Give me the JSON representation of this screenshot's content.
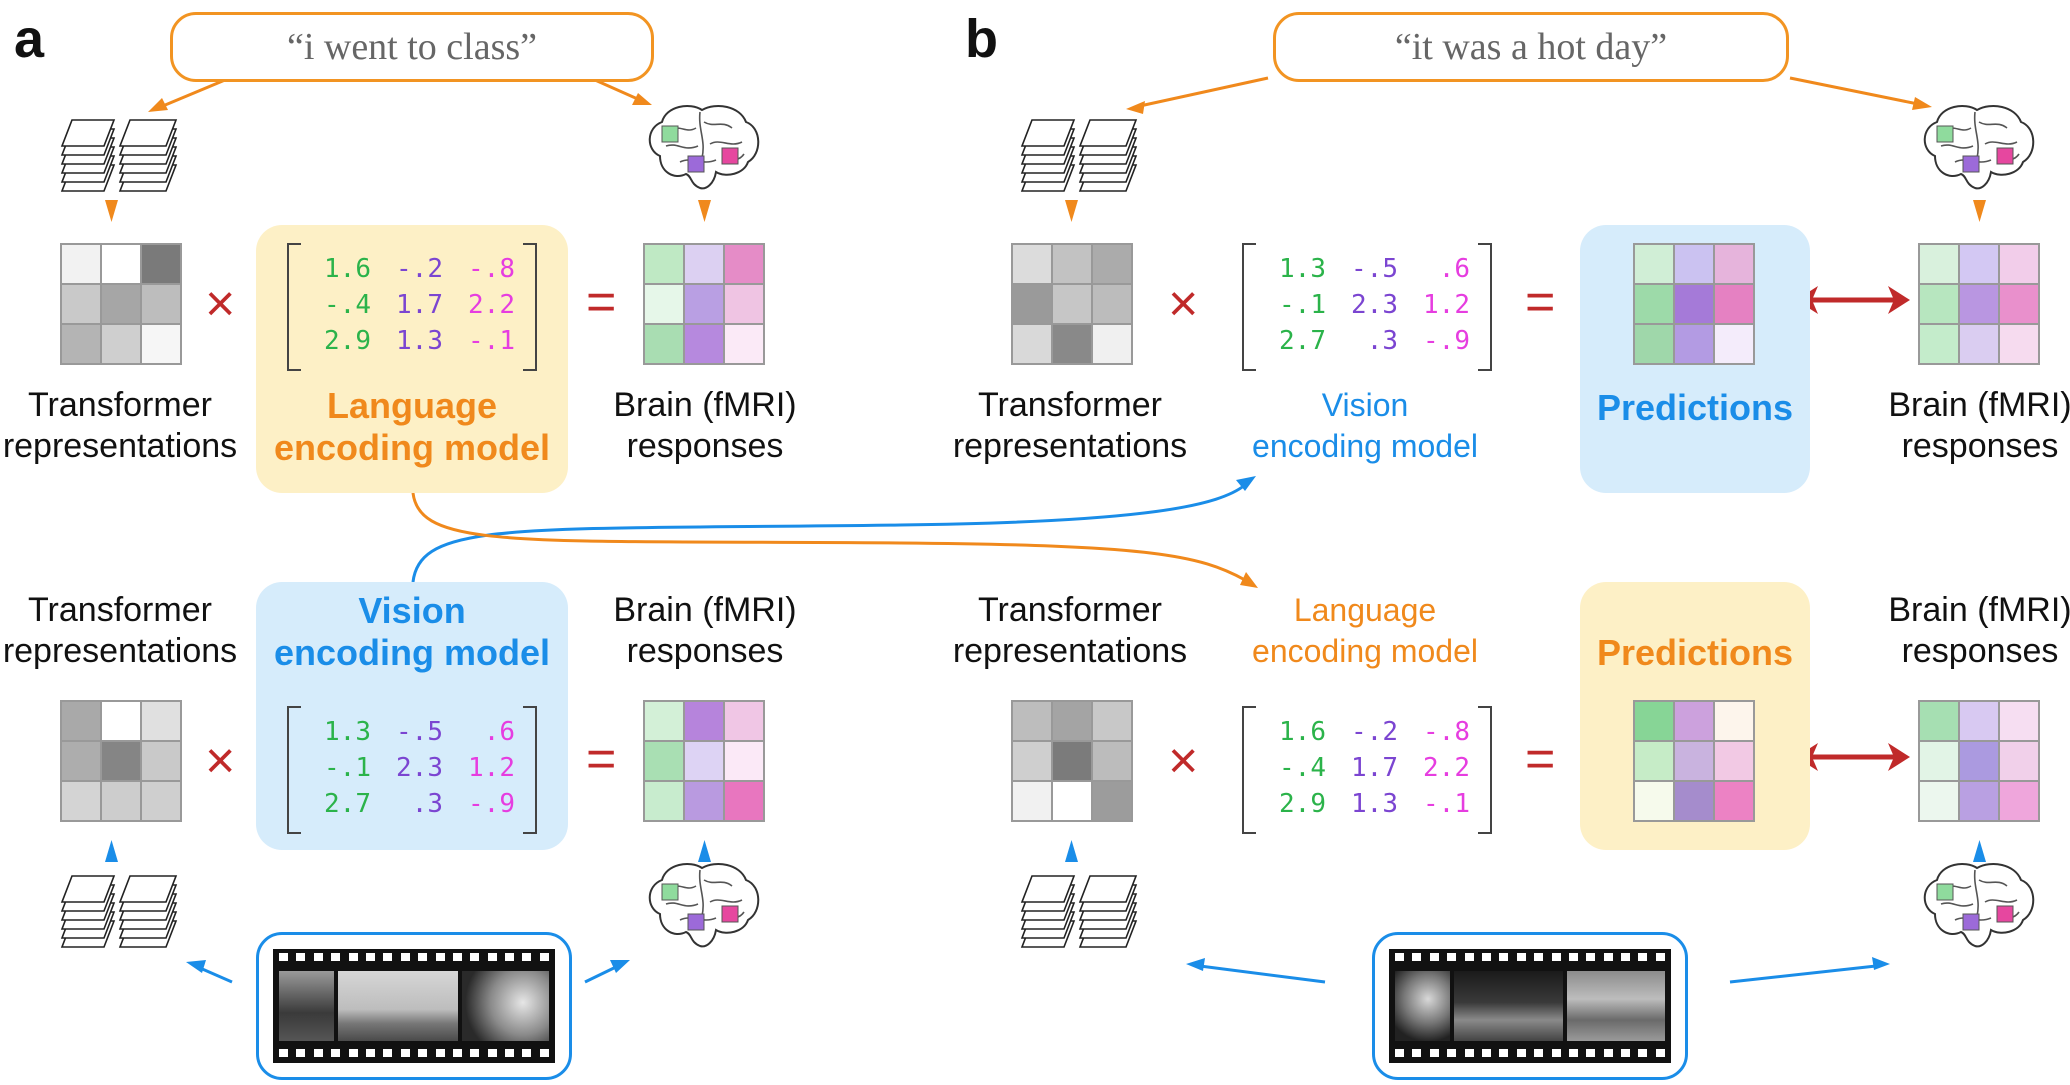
{
  "panels": {
    "a": {
      "letter": "a",
      "sentence": "“i went to class”",
      "top": {
        "left_label": [
          "Transformer",
          "representations"
        ],
        "model_title": [
          "Language",
          "encoding model"
        ],
        "right_label": [
          "Brain (fMRI)",
          "responses"
        ],
        "times": "×",
        "equals": "=",
        "features": [
          "#f2f2f2",
          "#ffffff",
          "#7a7a7a",
          "#c9c9c9",
          "#a6a6a6",
          "#bdbdbd",
          "#b4b4b4",
          "#cfcfcf",
          "#f6f6f6"
        ],
        "brain": [
          "#bfe9c4",
          "#dcd0f2",
          "#e58cc7",
          "#e6f7e9",
          "#b99fe3",
          "#efc4e3",
          "#a9ddb2",
          "#b689de",
          "#fbeaf7"
        ],
        "weights": [
          [
            "1.6",
            "-.2",
            "-.8"
          ],
          [
            "-.4",
            "1.7",
            "2.2"
          ],
          [
            "2.9",
            "1.3",
            "-.1"
          ]
        ]
      },
      "bottom": {
        "left_label": [
          "Transformer",
          "representations"
        ],
        "model_title": [
          "Vision",
          "encoding model"
        ],
        "right_label": [
          "Brain (fMRI)",
          "responses"
        ],
        "times": "×",
        "equals": "=",
        "features": [
          "#a9a9a9",
          "#ffffff",
          "#e0e0e0",
          "#adadad",
          "#858585",
          "#c9c9c9",
          "#d4d4d4",
          "#cdcdcd",
          "#cfcfcf"
        ],
        "brain": [
          "#d3f0d7",
          "#b684dc",
          "#f0c6e5",
          "#a9dfb3",
          "#ddd3f4",
          "#fbe9f7",
          "#c8ecce",
          "#b99ae0",
          "#e876bf"
        ],
        "weights": [
          [
            "1.3",
            "-.5",
            ".6"
          ],
          [
            "-.1",
            "2.3",
            "1.2"
          ],
          [
            "2.7",
            ".3",
            "-.9"
          ]
        ]
      }
    },
    "b": {
      "letter": "b",
      "sentence": "“it was a hot day”",
      "top": {
        "left_label": [
          "Transformer",
          "representations"
        ],
        "model_label": [
          "Vision",
          "encoding model"
        ],
        "predictions": "Predictions",
        "right_label": [
          "Brain (fMRI)",
          "responses"
        ],
        "times": "×",
        "equals": "=",
        "features": [
          "#dcdcdc",
          "#c2c2c2",
          "#ababab",
          "#9a9a9a",
          "#c6c6c6",
          "#bcbcbc",
          "#d9d9d9",
          "#898989",
          "#f0f0f0"
        ],
        "predicted": [
          "#d0eed6",
          "#cbc2f1",
          "#e6b4dc",
          "#9ddaa9",
          "#a57ad8",
          "#e581c2",
          "#9fd7aa",
          "#b39be3",
          "#f4ecfb"
        ],
        "brain": [
          "#d9f1dd",
          "#d3c8f3",
          "#f2cdea",
          "#b7e6bf",
          "#b996e1",
          "#e990cc",
          "#c4eccb",
          "#dacdf1",
          "#f6dbef"
        ],
        "weights": [
          [
            "1.3",
            "-.5",
            ".6"
          ],
          [
            "-.1",
            "2.3",
            "1.2"
          ],
          [
            "2.7",
            ".3",
            "-.9"
          ]
        ]
      },
      "bottom": {
        "left_label": [
          "Transformer",
          "representations"
        ],
        "model_label": [
          "Language",
          "encoding model"
        ],
        "predictions": "Predictions",
        "right_label": [
          "Brain (fMRI)",
          "responses"
        ],
        "times": "×",
        "equals": "=",
        "features": [
          "#bdbdbd",
          "#a4a4a4",
          "#c8c8c8",
          "#cfcfcf",
          "#7b7b7b",
          "#bcbcbc",
          "#f1f1f1",
          "#ffffff",
          "#9c9c9c"
        ],
        "predicted": [
          "#87d596",
          "#cca1dd",
          "#fdf5ec",
          "#c6ecc7",
          "#c9b3df",
          "#f2c9e4",
          "#f6faec",
          "#a58ccc",
          "#ec82c4"
        ],
        "brain": [
          "#a6dfb2",
          "#d8c9f2",
          "#f6def2",
          "#e2f4e6",
          "#ab9ae0",
          "#f1d0ea",
          "#ecf7ee",
          "#b9a0e2",
          "#efa6dc"
        ],
        "weights": [
          [
            "1.6",
            "-.2",
            "-.8"
          ],
          [
            "-.4",
            "1.7",
            "2.2"
          ],
          [
            "2.9",
            "1.3",
            "-.1"
          ]
        ]
      }
    }
  },
  "colors": {
    "language": "#f0891c",
    "vision": "#1a8de8",
    "operator": "#c02a2a",
    "weight_col1": "#2bb34a",
    "weight_col2": "#7b45d1",
    "weight_col3": "#e63de0",
    "roi_green": "#8fdb9d",
    "roi_purple": "#9c6ad9",
    "roi_pink": "#e6479f"
  },
  "icons": [
    "stacked-layers-icon",
    "brain-icon",
    "film-strip-icon",
    "bidirectional-arrow-icon"
  ]
}
